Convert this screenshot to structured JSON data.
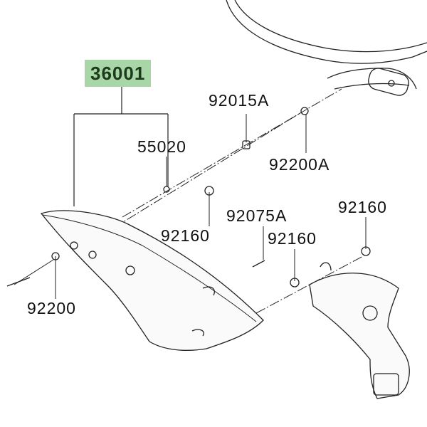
{
  "diagram": {
    "highlight_color": "#a9d6a6",
    "parts": [
      {
        "number": "36001",
        "highlighted": true
      },
      {
        "number": "92015A"
      },
      {
        "number": "55020"
      },
      {
        "number": "92200A"
      },
      {
        "number": "92160"
      },
      {
        "number": "92075A"
      },
      {
        "number": "92160"
      },
      {
        "number": "92160"
      },
      {
        "number": "92200"
      }
    ]
  }
}
